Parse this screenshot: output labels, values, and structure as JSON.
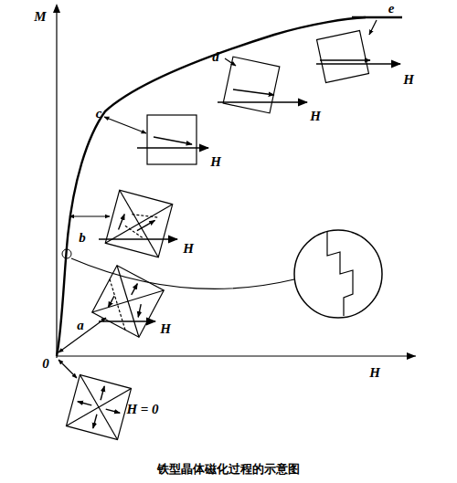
{
  "diagram": {
    "caption": "铁型晶体磁化过程的示意图",
    "labels": [
      "M",
      "e",
      "d",
      "H",
      "c",
      "H",
      "H",
      "b",
      "H",
      "a",
      "H",
      "0",
      "H",
      "H = 0"
    ]
  }
}
